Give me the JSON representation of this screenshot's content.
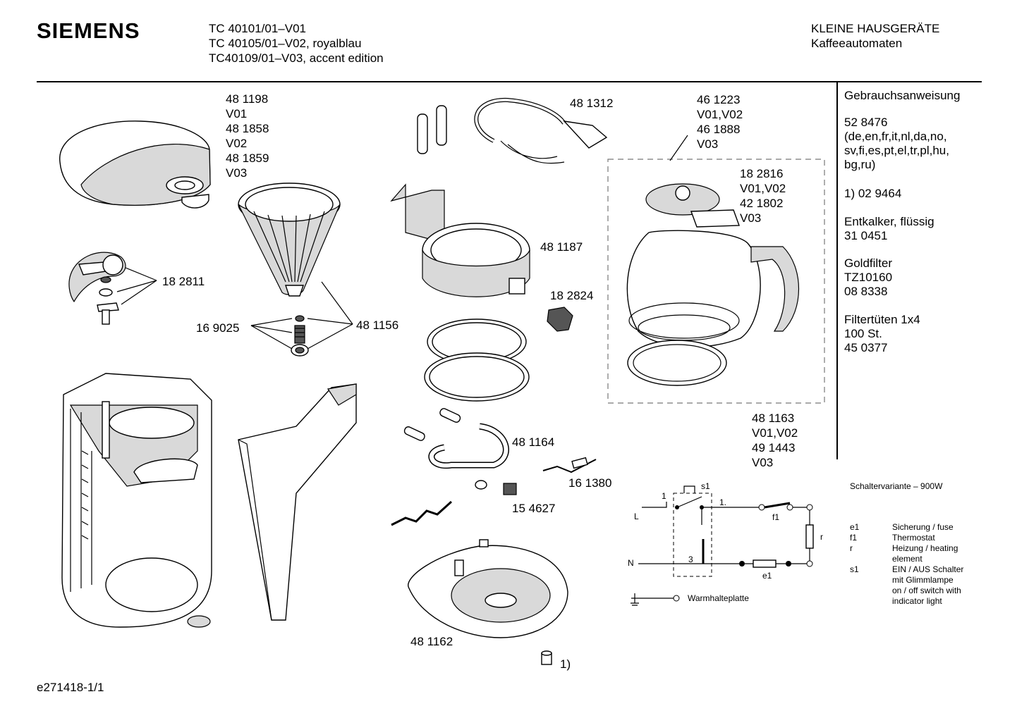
{
  "header": {
    "brand": "SIEMENS",
    "models": [
      "TC 40101/01–V01",
      "TC 40105/01–V02, royalblau",
      "TC40109/01–V03, accent edition"
    ],
    "category": "KLEINE HAUSGERÄTE",
    "subcategory": "Kaffeeautomaten"
  },
  "sidebar": {
    "manual_label": "Gebrauchsanweisung",
    "manual_number": "52 8476",
    "manual_langs": [
      "(de,en,fr,it,nl,da,no,",
      "sv,fi,es,pt,el,tr,pl,hu,",
      "bg,ru)"
    ],
    "note1": "1)  02 9464",
    "descaler_label": "Entkalker, flüssig",
    "descaler_number": "31 0451",
    "goldfilter_label": "Goldfilter",
    "goldfilter_model": "TZ10160",
    "goldfilter_number": "08 8338",
    "filterbags_label": "Filtertüten 1x4",
    "filterbags_qty": "100 St.",
    "filterbags_number": "45 0377"
  },
  "parts": {
    "lid": [
      "48 1198",
      "V01",
      "48 1858",
      "V02",
      "48 1859",
      "V03"
    ],
    "hose": "48 1312",
    "carafe": [
      "46 1223",
      "V01,V02",
      "46 1888",
      "V03"
    ],
    "carafe_lid": [
      "18 2816",
      "V01,V02",
      "42 1802",
      "V03"
    ],
    "drip_stop": "18 2811",
    "filter_holder": "48 1187",
    "knob": "18 2824",
    "spring": "16 9025",
    "filter_valve": "48 1156",
    "heater": "48 1164",
    "carafe_handle": [
      "48 1163",
      "V01,V02",
      "49 1443",
      "V03"
    ],
    "cable": "16 1380",
    "switch": "15 4627",
    "base": "48 1162",
    "foot": "1)"
  },
  "schematic": {
    "title": "Schaltervariante – 900W",
    "labels": {
      "s1": "s1",
      "one": "1",
      "one_dot": "1.",
      "L": "L",
      "N": "N",
      "three": "3",
      "f1": "f1",
      "r": "r",
      "e1": "e1"
    },
    "warmplate": "Warmhalteplatte",
    "legend": [
      {
        "code": "e1",
        "text": [
          "Sicherung / fuse"
        ]
      },
      {
        "code": "f1",
        "text": [
          "Thermostat"
        ]
      },
      {
        "code": "r",
        "text": [
          "Heizung / heating",
          "element"
        ]
      },
      {
        "code": "s1",
        "text": [
          "EIN / AUS Schalter",
          "mit Glimmlampe",
          "on / off switch with",
          "indicator light"
        ]
      }
    ]
  },
  "footer": {
    "doc_id": "e271418-1/1"
  }
}
